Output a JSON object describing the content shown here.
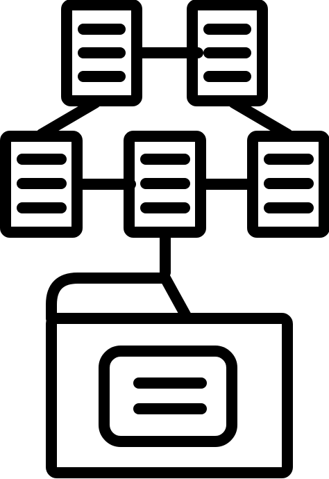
{
  "icon": {
    "name": "file-hierarchy-folder-icon",
    "stroke_color": "#000000",
    "background_color": "#ffffff",
    "documents": [
      {
        "role": "top-left-document",
        "lines": 3
      },
      {
        "role": "top-right-document",
        "lines": 3
      },
      {
        "role": "middle-left-document",
        "lines": 3
      },
      {
        "role": "middle-center-document",
        "lines": 3
      },
      {
        "role": "middle-right-document",
        "lines": 3
      }
    ],
    "folder": {
      "role": "folder",
      "card_lines": 2
    }
  }
}
